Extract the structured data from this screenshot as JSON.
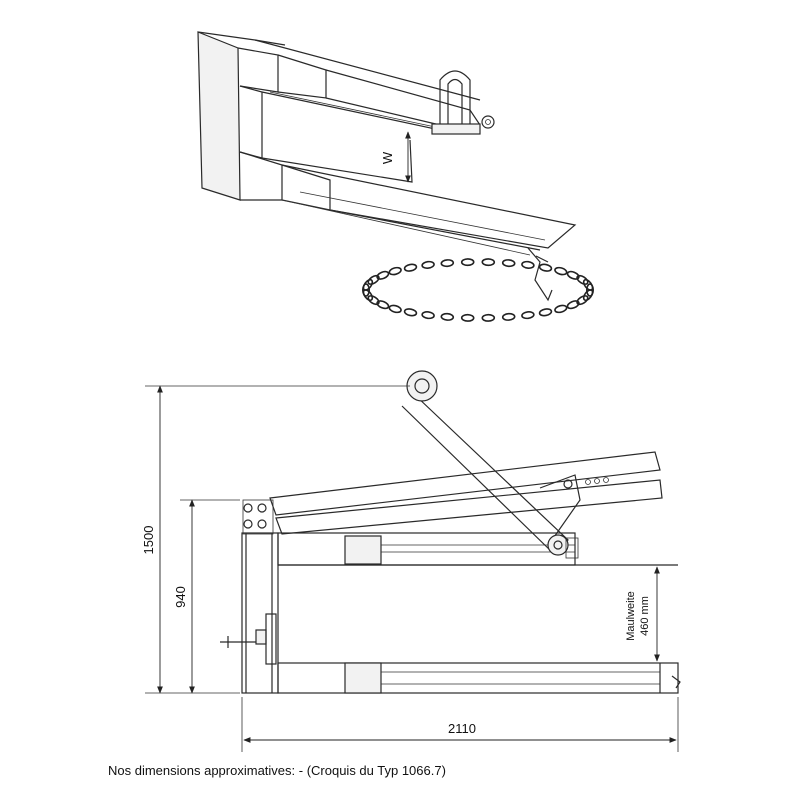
{
  "isometric_view": {
    "width_label": "W"
  },
  "side_view": {
    "dim_total_height": "1500",
    "dim_fork_height": "940",
    "dim_total_length": "2110",
    "jaw_label_line1": "Maulweite",
    "jaw_label_line2": "460 mm"
  },
  "caption": {
    "text": "Nos dimensions approximatives:  - (Croquis du Typ 1066.7)"
  }
}
